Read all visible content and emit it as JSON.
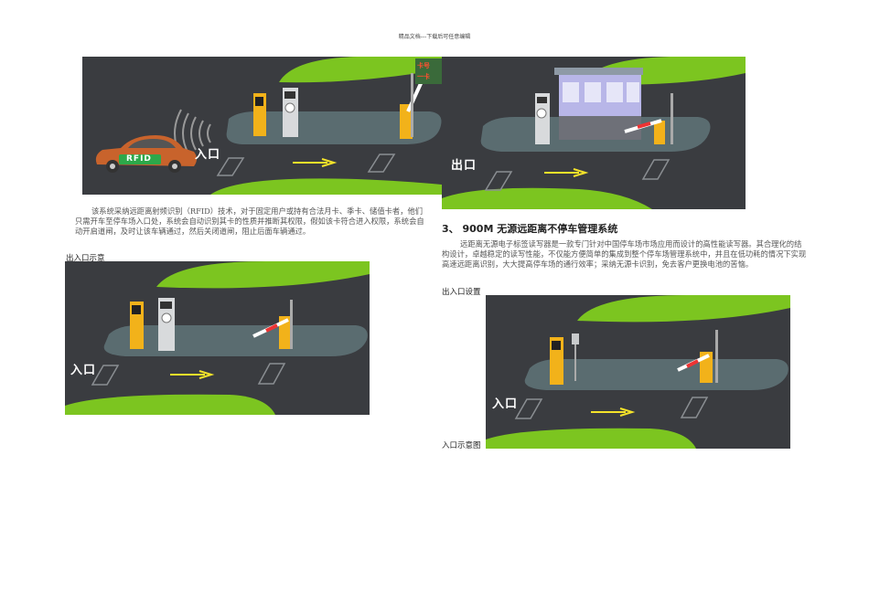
{
  "header": {
    "text": "精品文档---下载后可任意编辑"
  },
  "images": {
    "top_left": {
      "label": "入口",
      "card_label": "RFID",
      "sign_lines": [
        "卡号",
        "一卡"
      ]
    },
    "top_right": {
      "label": "出口"
    },
    "bottom_left": {
      "label": "入口"
    },
    "bottom_right": {
      "label": "入口"
    }
  },
  "intro": {
    "paragraph": "该系统采纳远距离射频识别（RFID）技术，对于固定用户或持有合法月卡、季卡、储值卡者，他们只需开车至停车场入口处，系统会自动识别其卡的性质并推断其权限，假如该卡符合进入权限，系统会自动开启道闸，及时让该车辆通过，然后关闭道闸，阻止后面车辆通过。"
  },
  "captions": {
    "entrance_exit": "出入口示意",
    "entrance_setup": "出入口设置",
    "entrance_diagram": "入口示意图"
  },
  "section3": {
    "heading": "3、   900M 无源远距离不停车管理系统",
    "paragraph": "远距离无源电子标签读写器是一款专门针对中国停车场市场应用而设计的高性能读写器。其合理化的结构设计，卓越稳定的读写性能，不仅能方便简单的集成到整个停车场管理系统中，并且在低功耗的情况下实现高速远距离识别，大大提高停车场的通行效率；采纳无源卡识别，免去客户更换电池的苦恼。"
  },
  "colors": {
    "asphalt": "#3a3c40",
    "grass": "#7cc520",
    "island": "#5a6c70",
    "yellow": "#f2b21a"
  }
}
